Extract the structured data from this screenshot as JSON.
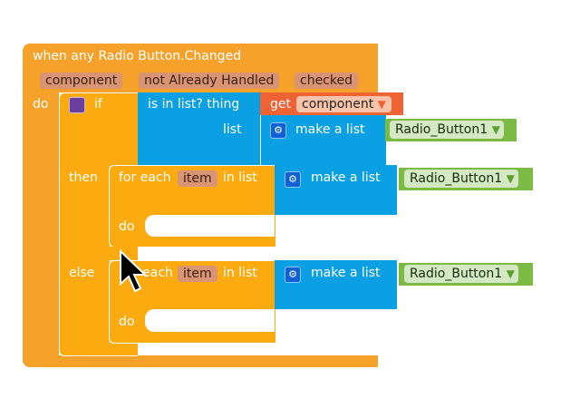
{
  "event": {
    "title": "when any Radio Button.Changed",
    "params": [
      "component",
      "not Already Handled",
      "checked"
    ],
    "do_label": "do"
  },
  "if_block": {
    "if_label": "if",
    "then_label": "then",
    "else_label": "else",
    "mutator_icon": "gear-icon"
  },
  "is_in_list": {
    "thing_label": "is in list? thing",
    "list_label": "list"
  },
  "get_block": {
    "label": "get",
    "value": "component",
    "dropdown_icon": "triangle-down-icon"
  },
  "make_list": {
    "label": "make a list",
    "mutator_icon": "gear-icon"
  },
  "radio_value": "Radio_Button1",
  "for_each": {
    "for_label": "for each",
    "partial_label": "each",
    "var": "item",
    "in_list_label": "in list",
    "do_label": "do"
  },
  "colors": {
    "event": "#f6a12a",
    "control": "#fbab0f",
    "list": "#0aa0e3",
    "variable": "#ef6234",
    "component": "#7cbb43"
  }
}
